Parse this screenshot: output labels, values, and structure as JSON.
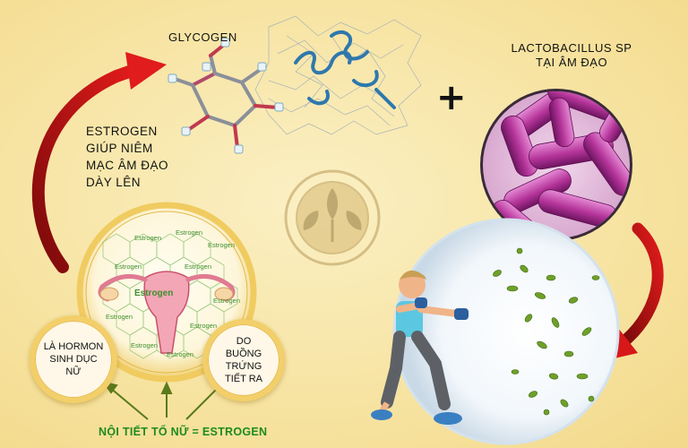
{
  "labels": {
    "glycogen": "GLYCOGEN",
    "lactobacillus": "LACTOBACILLUS SP\nTẠI ÂM ĐẠO",
    "estrogen_effect": "ESTROGEN\nGIÚP NIÊM\nMẠC ÂM ĐẠO\nDÀY LÊN",
    "plus": "+",
    "hormon": "LÀ HORMON\nSINH DỤC\nNỮ",
    "ovary": "DO\nBUỒNG TRỨNG\nTIẾT RA",
    "footer": "NỘI TIẾT TỐ NỮ = ESTROGEN",
    "estrogen_word": "Estrogen"
  },
  "colors": {
    "arrow_red": "#d21616",
    "arrow_green": "#5a7a1c",
    "bacteria": "#b5349a",
    "footer_text": "#1e8a1e"
  }
}
